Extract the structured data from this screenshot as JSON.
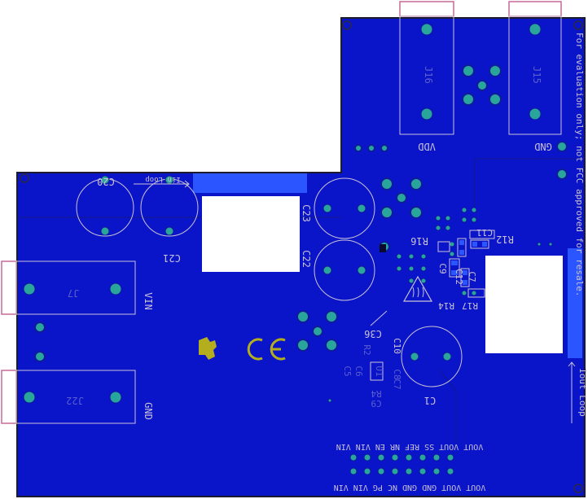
{
  "colors": {
    "board": "#0a14c8",
    "outline": "#1c1c2e",
    "silk": "#c9c2d8",
    "silk_dim": "#5b62d4",
    "pad": "#2aa59c",
    "copper_block": "#2b55ff",
    "cutout": "#ffffff",
    "logo": "#b4ae1e",
    "connector": "#c56a98"
  },
  "labels": {
    "vertical_note": "For evaluation only; not FCC approved for resale.",
    "vdd": "VDD",
    "gnd_top": "GND",
    "j15": "J15",
    "j16": "J16",
    "c20": "C20",
    "c21": "C21",
    "iin_loop": "Iin Loop",
    "c23": "C23",
    "c22": "C22",
    "vin": "VIN",
    "gnd_left": "GND",
    "j7": "J7",
    "j22": "J22",
    "r16": "R16",
    "r12": "R12",
    "c11": "C11",
    "c12": "C12",
    "c9": "C9",
    "c7": "C7",
    "r17": "R17",
    "r14": "R14",
    "c36": "C36",
    "r2": "R2",
    "c5": "C5",
    "c6": "C6",
    "u1": "U1",
    "r4": "R4",
    "c9b": "C9",
    "c8": "C8",
    "c10": "C10",
    "c1": "C1",
    "iout_loop": "Iout Loop",
    "header_top": "VOUT VOUT SS REF NR EN VIN VIN",
    "header_bottom": "VOUT VOUT GND GND NC PG VIN VIN"
  }
}
